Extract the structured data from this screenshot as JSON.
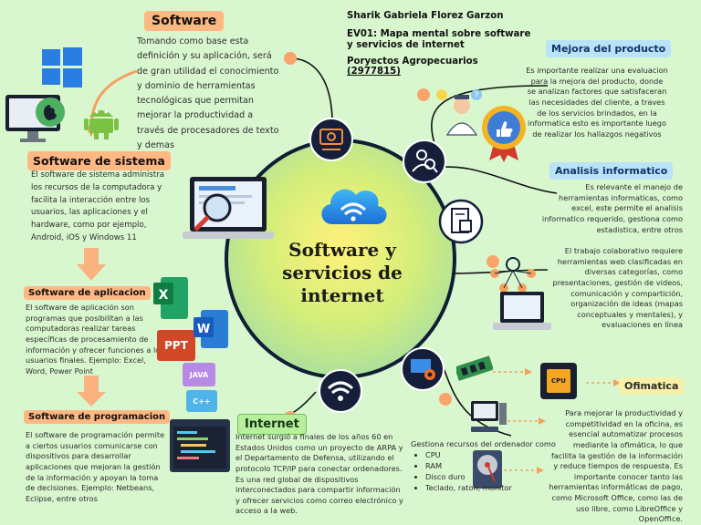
{
  "author": {
    "name": "Sharik Gabriela Florez Garzon",
    "activity": "EV01: Mapa mental sobre software y servicios de internet",
    "program": "Poryectos Agropecuarios",
    "code": "(2977815)"
  },
  "center": {
    "title": "Software y servicios de internet"
  },
  "software": {
    "title": "Software",
    "text": "Tomando como base esta definición y su aplicación, será de gran utilidad el conocimiento y dominio de herramientas tecnológicas que permitan mejorar la productividad a través de procesadores de texto y demas"
  },
  "sistema": {
    "title": "Software de sistema",
    "text": "El software de sistema administra los recursos de la computadora y facilita la interacción entre los usuarios, las aplicaciones y el hardware, como por ejemplo, Android, iOS y Windows 11"
  },
  "aplicacion": {
    "title": "Software de aplicacion",
    "text": "El software de aplicación son programas que posibilitan a las computadoras realizar tareas específicas de procesamiento de información y ofrecer funciones a los usuarios finales. Ejemplo: Excel, Word, Power Point",
    "ppt_label": "PPT",
    "java_label": "JAVA",
    "cpp_label": "C++"
  },
  "programacion": {
    "title": "Software de programacion",
    "text": "El software de programación permite a ciertos usuarios comunicarse con dispositivos para desarrollar aplicaciones que mejoran la gestión de la información y apoyan la toma de decisiones. Ejemplo: Netbeans, Eclipse, entre otros"
  },
  "internet": {
    "title": "Internet",
    "text": "Internet surgió a finales de los años 60 en Estados Unidos como un proyecto de ARPA y el Departamento de Defensa, utilizando el protocolo TCP/IP para conectar ordenadores. Es una red global de dispositivos interconectados para compartir información y ofrecer servicios como correo electrónico y acceso a la web."
  },
  "mejora": {
    "title": "Mejora del producto",
    "text": "Es importante realizar una evaluacion para la mejora del producto, donde se analizan factores que satisfaceran las necesidades del cliente, a traves de los servicios brindados, en la informatica esto es importante luego de realizar los hallazgos negativos"
  },
  "analisis": {
    "title": "Analisis informatico",
    "text1": "Es relevante el manejo de herramientas informaticas, como excel, este permite el analisis informatico requerido, gestiona como estadistica, entre otros",
    "text2": "El trabajo colaborativo requiere herramientas web clasificadas en diversas categorías, como presentaciones, gestión de videos, comunicación y compartición, organización de ideas (mapas conceptuales y mentales), y evaluaciones en línea"
  },
  "ofimatica": {
    "title": "Ofimatica",
    "cpu_label": "CPU",
    "text": "Para mejorar la productividad y competitividad en la oficina, es esencial automatizar procesos mediante la ofimática, lo que facilita la gestión de la información y reduce tiempos de respuesta. Es importante conocer tanto las herramientas informáticas de pago, como Microsoft Office, como las de uso libre, como LibreOffice y OpenOffice."
  },
  "recursos": {
    "title": "Gestiona recursos del ordenador como",
    "items": [
      "CPU",
      "RAM",
      "Disco duro",
      "Teclado, raton, monitor"
    ]
  },
  "colors": {
    "background": "#d9f7cf",
    "orange": "#f26d21",
    "blue_header": "#b9e3f7",
    "dark_node": "#161f3a"
  }
}
